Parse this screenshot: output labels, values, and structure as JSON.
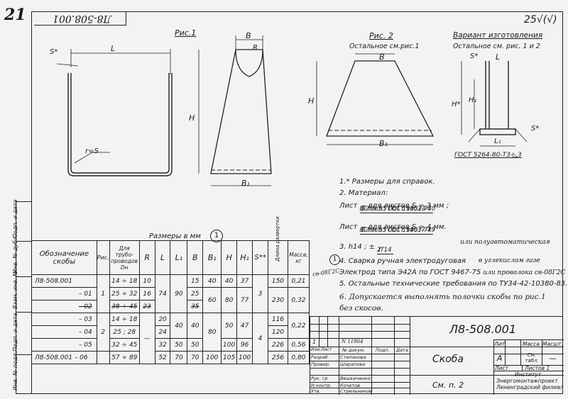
{
  "sheet": {
    "page_no": "21",
    "top_code": "Л8-508.001",
    "roughness": "25√(√)"
  },
  "figures": {
    "fig1_title": "Рис.1",
    "fig2_title": "Рис. 2",
    "fig2_sub": "Остальное см.рис.1",
    "variant_title": "Вариант изготовления",
    "variant_sub": "Остальное см. рис. 1 и 2",
    "dim_s": "S*",
    "dim_L": "L",
    "dim_r": "r=S",
    "dim_B": "B",
    "dim_R": "R",
    "dim_H": "H",
    "dim_B1": "B₁",
    "dim_Hstar": "H*",
    "dim_H1": "H₁",
    "dim_L1": "L₁",
    "dim_s2": "S*",
    "weld_note": "ГОСТ 5264-80-Т3-◺3"
  },
  "notes": {
    "n1": "1.* Размеры для справок.",
    "n2": "2.  Материал:",
    "list_word": "Лист",
    "m1_num": "Б-ПН-S  ГОСТ 19903-74",
    "m1_den": "ВСт3сп5 ГОСТ 16523-70",
    "m1_tail": "– для листов  S = 3 мм ;",
    "m2_num": "Б-ПН-S  ГОСТ 19903-74",
    "m2_den": "8Ст3сп5 ГОСТ 14637-79",
    "m2_tail": "– для листов  S = 4 мм.",
    "n3_a": "3.  h14 ;  ±",
    "n3_num": "IT14",
    "n3_den": "2",
    "n3_hand": "или полуавтоматическая",
    "n4": "4.  Сварка ручная электродуговая",
    "n4_hand": "в углекислом газе",
    "n4b": "Электрод  типа  Э42А  по ГОСТ 9467-75",
    "n4b_hand": "или проволока св-08Г2С",
    "n5": "5.  Остальные технические требования по ТУ34-42-10380-83.",
    "n6": "6. Допускается выполнять полочки скобы по рис.1",
    "n6b": "без скосов.",
    "margin_hand": "св-08Г2С",
    "circle_mark": "1"
  },
  "table": {
    "caption": "Размеры в мм",
    "caption_mark": "1",
    "headers": {
      "designation": "Обозначение скобы",
      "fig": "Рис.",
      "pipe": "Для трубо-проводов Dн",
      "R": "R",
      "L": "L",
      "L1": "L₁",
      "B": "B",
      "B1": "B₁",
      "H": "H",
      "H1": "H₁",
      "S": "S**",
      "length": "Длина развертки",
      "mass": "Масса, кг"
    },
    "rows": [
      {
        "des": "Л8-508.001",
        "pipe": "14 ÷ 18",
        "R": "10",
        "B": "15",
        "B1": "40",
        "H": "40",
        "H1": "37",
        "len": "150",
        "mass": "0,21"
      },
      {
        "des": "– 01",
        "pipe": "25 ÷ 32",
        "R": "16",
        "B": "25",
        "B1": "",
        "H": "",
        "H1": "",
        "len": "230",
        "mass": "0,32"
      },
      {
        "des": "– 02",
        "pipe": "38 ÷ 45",
        "R": "23",
        "B": "35",
        "B1": "",
        "H": "",
        "H1": "",
        "len": "",
        "mass": ""
      },
      {
        "des": "– 03",
        "pipe": "14 ÷ 18",
        "R": "",
        "B": "",
        "B1": "",
        "H": "",
        "H1": "",
        "len": "116",
        "mass": "0,22"
      },
      {
        "des": "– 04",
        "pipe": "25 ; 28",
        "R": "",
        "B": "",
        "B1": "",
        "H": "",
        "H1": "",
        "len": "120",
        "mass": ""
      },
      {
        "des": "– 05",
        "pipe": "32 ÷ 45",
        "R": "",
        "B": "",
        "B1": "",
        "H": "100",
        "H1": "96",
        "len": "226",
        "mass": "0,56"
      },
      {
        "des": "Л8-508.001  – 06",
        "pipe": "57 ÷ 89",
        "R": "",
        "B": "70",
        "B1": "100",
        "H": "105",
        "H1": "100",
        "len": "256",
        "mass": "0,80"
      }
    ],
    "merged": {
      "fig1": "1",
      "fig2": "2",
      "dash": "—",
      "L_a": "74",
      "L1_a": "90",
      "B1_a": "60",
      "H_a": "80",
      "H1_a": "77",
      "S_a": "3",
      "L_b": "20",
      "L_c": "24",
      "L_d": "32",
      "L_e": "52",
      "L1_b": "40",
      "L1_d": "50",
      "L1_e": "70",
      "B_b": "40",
      "B_d": "50",
      "B1_b": "80",
      "H_b": "50",
      "H1_b": "47",
      "S_b": "4"
    }
  },
  "sidebar": {
    "c1": "Подп. и дата",
    "c2": "Инв. № дубл.",
    "c3": "Взам. инв. №",
    "c4": "Подп. и дата",
    "c5": "Инв. № подл."
  },
  "titleblock": {
    "code": "Л8-508.001",
    "name": "Скоба",
    "ref": "См. п. 2",
    "lit_h": "Лит.",
    "mass_h": "Масса",
    "scale_h": "Масшт.",
    "lit": "А",
    "mass": "См. табл.",
    "scale": "—",
    "sheet_h": "Лист",
    "sheets_h": "Листов  1",
    "org1": "Институт",
    "org2": "Энергомонтажпроект",
    "org3": "Ленинградский филиал",
    "col_izm": "Изм.",
    "col_list": "Лист",
    "col_doc": "№ докум.",
    "col_sign": "Подп.",
    "col_date": "Дата",
    "r_razrab": "Разраб.",
    "r_prover": "Провер.",
    "r_ruk": "Рук. гр.",
    "r_nkontr": "Н.контр.",
    "r_utv": "Утв.",
    "n_razrab": "Степанова",
    "n_prover": "Шарапова",
    "n_ruk": "Вешкиченко",
    "n_nkontr": "Кочетов",
    "n_utv": "Стрельников",
    "rev_doc": "N 11864",
    "rev_izm": "1"
  }
}
